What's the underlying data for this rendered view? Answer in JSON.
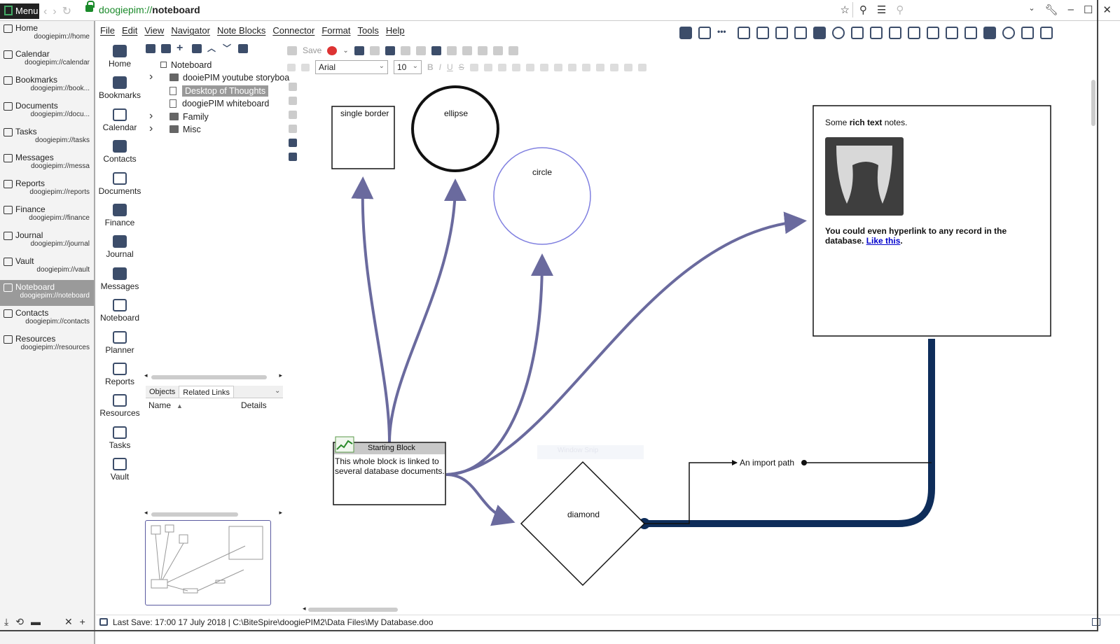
{
  "titlebar": {
    "menu_label": "Menu",
    "address_scheme": "doogiepim://",
    "address_path": "noteboard"
  },
  "sidebar": {
    "items": [
      {
        "label": "Home",
        "url": "doogiepim://home"
      },
      {
        "label": "Calendar",
        "url": "doogiepim://calendar"
      },
      {
        "label": "Bookmarks",
        "url": "doogiepim://book..."
      },
      {
        "label": "Documents",
        "url": "doogiepim://docu..."
      },
      {
        "label": "Tasks",
        "url": "doogiepim://tasks"
      },
      {
        "label": "Messages",
        "url": "doogiepim://messa"
      },
      {
        "label": "Reports",
        "url": "doogiepim://reports"
      },
      {
        "label": "Finance",
        "url": "doogiepim://finance"
      },
      {
        "label": "Journal",
        "url": "doogiepim://journal"
      },
      {
        "label": "Vault",
        "url": "doogiepim://vault"
      },
      {
        "label": "Noteboard",
        "url": "doogiepim://noteboard"
      },
      {
        "label": "Contacts",
        "url": "doogiepim://contacts"
      },
      {
        "label": "Resources",
        "url": "doogiepim://resources"
      }
    ]
  },
  "menubar": [
    "File",
    "Edit",
    "View",
    "Navigator",
    "Note Blocks",
    "Connector",
    "Format",
    "Tools",
    "Help"
  ],
  "modules": [
    "Home",
    "Bookmarks",
    "Calendar",
    "Contacts",
    "Documents",
    "Finance",
    "Journal",
    "Messages",
    "Noteboard",
    "Planner",
    "Reports",
    "Resources",
    "Tasks",
    "Vault"
  ],
  "tree": {
    "root": "Noteboard",
    "items": [
      {
        "label": "dooiePIM youtube storyboa",
        "kind": "folder",
        "expandable": true
      },
      {
        "label": "Desktop of Thoughts",
        "kind": "doc",
        "selected": true
      },
      {
        "label": "doogiePIM whiteboard",
        "kind": "doc"
      },
      {
        "label": "Family",
        "kind": "folder",
        "expandable": true
      },
      {
        "label": "Misc",
        "kind": "folder",
        "expandable": true
      }
    ]
  },
  "panel": {
    "tabs": [
      "Objects",
      "Related Links"
    ],
    "col_name": "Name",
    "col_details": "Details"
  },
  "format_toolbar": {
    "save_label": "Save",
    "font": "Arial",
    "size": "10"
  },
  "noteboard": {
    "single_border": "single border",
    "ellipse": "ellipse",
    "circle": "circle",
    "diamond": "diamond",
    "starting_block_title": "Starting Block",
    "starting_block_body": "This whole block is linked to several database documents.",
    "notes_prefix": "Some ",
    "notes_bold": "rich text",
    "notes_suffix": " notes.",
    "notes_link_text_before": "You could even hyperlink to any record in the database. ",
    "notes_link": "Like this",
    "notes_link_after": ".",
    "import_path": "An import path",
    "ghost_label": "Window Snip"
  },
  "statusbar": {
    "text": "Last Save: 17:00 17 July 2018 | C:\\BiteSpire\\doogiePIM2\\Data Files\\My Database.doo"
  },
  "colors": {
    "connector": "#6a6a9e",
    "thick_connector": "#0e2d5a",
    "circle_stroke": "#8080e0",
    "link": "#0000cc",
    "icon": "#3c4d6a"
  }
}
